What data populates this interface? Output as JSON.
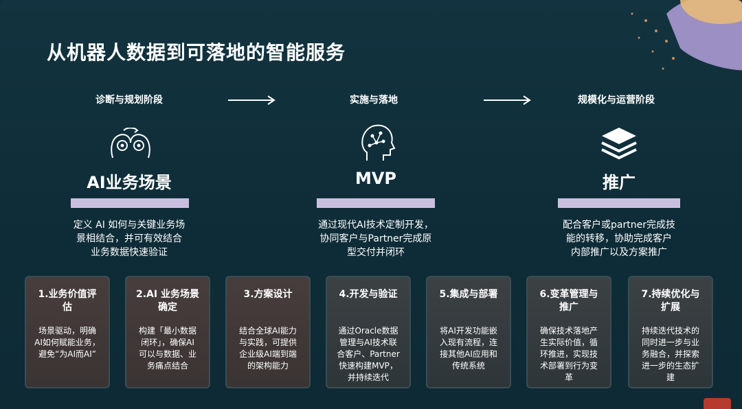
{
  "title": "从机器人数据到可落地的智能服务",
  "phases": [
    {
      "label": "诊断与规划阶段"
    },
    {
      "label": "实施与落地"
    },
    {
      "label": "规模化与运营阶段"
    }
  ],
  "pillars": [
    {
      "heading": "AI业务场景",
      "icon": "gears-head-icon",
      "desc": [
        "定义 AI 如何与关键业务场",
        "景相结合，并可有效结合",
        "业务数据快速验证"
      ]
    },
    {
      "heading": "MVP",
      "icon": "ai-head-icon",
      "desc": [
        "通过现代AI技术定制开发，",
        "协同客户与Partner完成原",
        "型交付并闭环"
      ]
    },
    {
      "heading": "推广",
      "icon": "layers-icon",
      "desc": [
        "配合客户或partner完成技",
        "能的转移，协助完成客户",
        "内部推广以及方案推广"
      ]
    }
  ],
  "steps": [
    {
      "title": [
        "1.业务价值评",
        "估"
      ],
      "body": [
        "场景驱动，明确",
        "AI如何赋能业务，",
        "避免“为AI而AI”"
      ]
    },
    {
      "title": [
        "2.AI 业务场景",
        "确定"
      ],
      "body": [
        "构建「最小数据",
        "闭环」，确保AI",
        "可以与数据、业",
        "务痛点结合"
      ]
    },
    {
      "title": [
        "3.方案设计"
      ],
      "body": [
        "结合全球AI能力",
        "与实践，可提供",
        "企业级AI端到端",
        "的架构能力"
      ]
    },
    {
      "title": [
        "4.开发与验证"
      ],
      "body": [
        "通过Oracle数据",
        "管理与AI技术联",
        "合客户、Partner",
        "快速构建MVP，",
        "并持续迭代"
      ]
    },
    {
      "title": [
        "5.集成与部署"
      ],
      "body": [
        "将AI开发功能嵌",
        "入现有流程，连",
        "接其他AI应用和",
        "传统系统"
      ]
    },
    {
      "title": [
        "6.变革管理与",
        "推广"
      ],
      "body": [
        "确保技术落地产",
        "生实际价值，循",
        "环推进，实现技",
        "术部署到行为变",
        "革"
      ]
    },
    {
      "title": [
        "7.持续优化与",
        "扩展"
      ],
      "body": [
        "持续迭代技术的",
        "同时进一步与业",
        "务融合，并探索",
        "进一步的生态扩",
        "建"
      ]
    }
  ],
  "colors": {
    "background": "#0f2e3a",
    "bar": "#cbbfe0",
    "accent": "#b63a2e"
  }
}
